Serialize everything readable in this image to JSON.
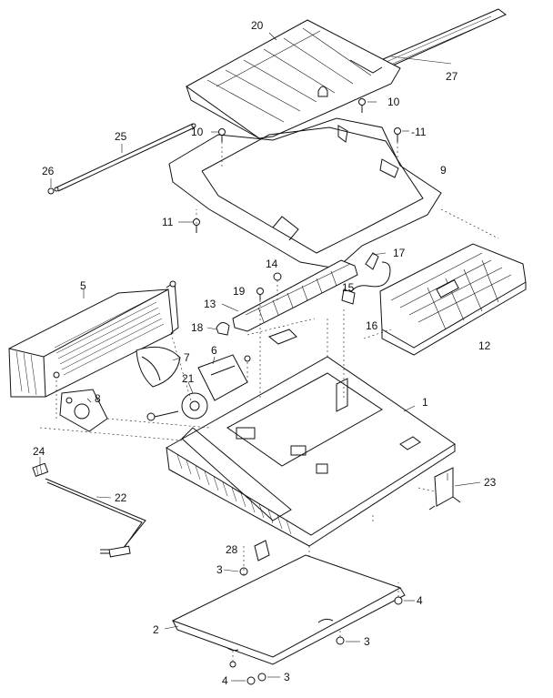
{
  "callouts": [
    {
      "id": "20",
      "text": "20"
    },
    {
      "id": "27",
      "text": "27"
    },
    {
      "id": "10a",
      "text": "10"
    },
    {
      "id": "10b",
      "text": "10"
    },
    {
      "id": "11a",
      "text": "-11"
    },
    {
      "id": "25",
      "text": "25"
    },
    {
      "id": "26",
      "text": "26"
    },
    {
      "id": "9",
      "text": "9"
    },
    {
      "id": "11b",
      "text": "11"
    },
    {
      "id": "17",
      "text": "17"
    },
    {
      "id": "14",
      "text": "14"
    },
    {
      "id": "5",
      "text": "5"
    },
    {
      "id": "19",
      "text": "19"
    },
    {
      "id": "15",
      "text": "15"
    },
    {
      "id": "13",
      "text": "13"
    },
    {
      "id": "16",
      "text": "16"
    },
    {
      "id": "18",
      "text": "18"
    },
    {
      "id": "12",
      "text": "12"
    },
    {
      "id": "7",
      "text": "7"
    },
    {
      "id": "6",
      "text": "6"
    },
    {
      "id": "8",
      "text": "8"
    },
    {
      "id": "21",
      "text": "21"
    },
    {
      "id": "1",
      "text": "1"
    },
    {
      "id": "24",
      "text": "24"
    },
    {
      "id": "23",
      "text": "23"
    },
    {
      "id": "22",
      "text": "22"
    },
    {
      "id": "28",
      "text": "28"
    },
    {
      "id": "3a",
      "text": "3"
    },
    {
      "id": "4a",
      "text": "4"
    },
    {
      "id": "2",
      "text": "2"
    },
    {
      "id": "3b",
      "text": "3"
    },
    {
      "id": "4b",
      "text": "4"
    },
    {
      "id": "3c",
      "text": "3"
    }
  ]
}
